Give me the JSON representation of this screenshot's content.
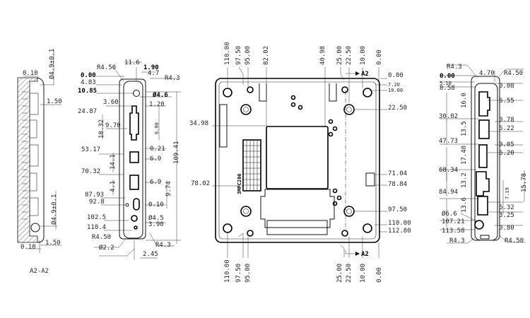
{
  "section_view": {
    "title": "A2-A2",
    "top_gap": "0.10",
    "top_dia": "Ø4.9±0.1",
    "top_offset": "1.50",
    "bottom_dia": "Ø4.9±0.1",
    "bottom_offset": "1.50",
    "bottom_gap": "0.10"
  },
  "left_side_view": {
    "left_labels": [
      "0.00",
      "4.83",
      "10.85",
      "24.87",
      "53.17",
      "70.32",
      "87.93",
      "92.8",
      "102.5",
      "110.4"
    ],
    "top_radius_left": "R4.50",
    "width_11_6": "11.6",
    "dim_1_90": "1.90",
    "dim_4_7": "4.7",
    "top_radius_right": "R4.3",
    "hole_dia": "Ø4.6",
    "dim_3_60": "3.60",
    "dim_1_20": "1.20",
    "dim_18_32": "18.32",
    "dim_9_70": "9.70",
    "dim_6_90": "6.90",
    "dim_0_21": "0.21",
    "dim_6_9a": "6.9",
    "dim_14_1": "14.1",
    "dim_6_9b": "6.9",
    "dim_4_1": "4.1",
    "dim_9_74": "9.74",
    "dim_0_10": "0.10",
    "dim_dia_4_5": "Ø4.5",
    "dim_3_90": "3.90",
    "bottom_radius_left": "R4.50",
    "bottom_dia_2_2": "Ø2.2",
    "bottom_radius_right": "R4.3",
    "dim_2_45": "2.45",
    "overall_height": "109.41"
  },
  "top_view": {
    "top_labels": [
      "110.00",
      "97.50",
      "95.00",
      "82.02",
      "40.98",
      "25.00",
      "22.50",
      "10.00",
      "0.00"
    ],
    "bottom_labels": [
      "110.00",
      "97.50",
      "95.00",
      "25.00",
      "22.50",
      "10.00",
      "0.00"
    ],
    "right_labels": [
      "0.00",
      "7.20",
      "10.00",
      "22.50",
      "71.04",
      "78.84",
      "97.50",
      "110.00",
      "112.80"
    ],
    "left_labels": [
      "34.98",
      "78.02"
    ],
    "section_marker": "A2",
    "section_marker_bottom": "A2",
    "chip_label": "3MPC206"
  },
  "right_side_view": {
    "top_radius_left": "R4.3",
    "dim_4_70": "4.70",
    "top_radius_right": "R4.50",
    "left_labels": [
      "0.00",
      "5.10",
      "8.58",
      "30.02",
      "47.73",
      "68.34",
      "84.94",
      "107.21",
      "113.58"
    ],
    "hole_dia": "Ø6.6",
    "vertical_dims": [
      "16.0",
      "13.5",
      "17.40",
      "13.2",
      "13.6"
    ],
    "right_labels": [
      "0.08",
      "6.55",
      "0.78",
      "6.22",
      "0.05",
      "6.20",
      "6.32",
      "3.25",
      "0.80"
    ],
    "dim_15_78": "15.78",
    "dim_7_19": "7.19",
    "bottom_radius_left": "R4.3",
    "bottom_radius_right": "R4.50"
  }
}
